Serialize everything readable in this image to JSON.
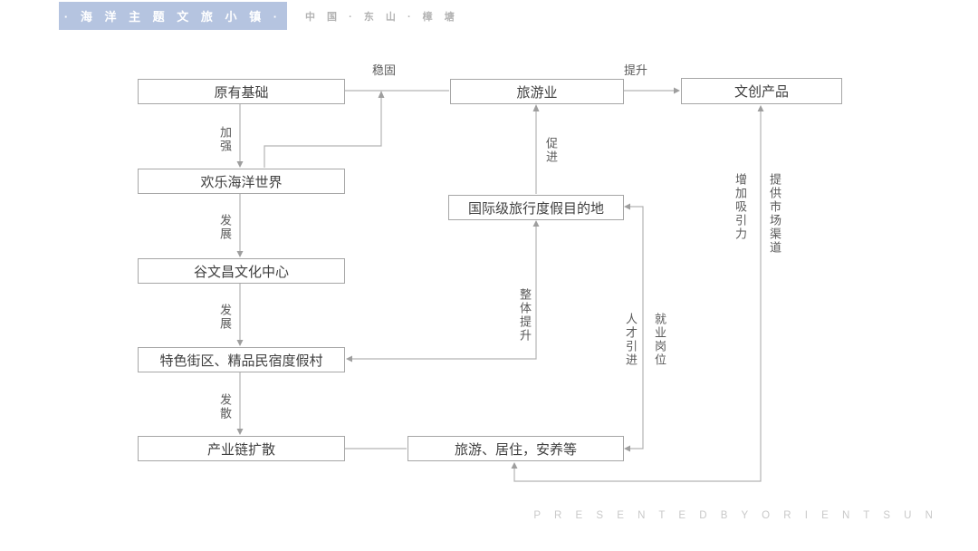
{
  "header": {
    "title": "·  海 洋 主 题 文 旅 小 镇  ·",
    "subtitle": "中 国 · 东 山 · 樟 塘"
  },
  "nodes": [
    {
      "label": "原有基础"
    },
    {
      "label": "旅游业"
    },
    {
      "label": "文创产品"
    },
    {
      "label": "欢乐海洋世界"
    },
    {
      "label": "国际级旅行度假目的地"
    },
    {
      "label": "谷文昌文化中心"
    },
    {
      "label": "特色街区、精品民宿度假村"
    },
    {
      "label": "产业链扩散"
    },
    {
      "label": "旅游、居住，安养等"
    }
  ],
  "edge_labels": {
    "stabilize": "稳固",
    "enhance": "提升",
    "strengthen": "加强",
    "promote": "促进",
    "develop_1": "发展",
    "develop_2": "发展",
    "diverge": "发散",
    "overall_improvement": "整体提升",
    "talent_introduction": "人才引进",
    "employment_positions": "就业岗位",
    "increase_attractiveness": "增加吸引力",
    "provide_market_channels": "提供市场渠道"
  },
  "footer": {
    "credit": "P R E S E N T E D   B Y   O R I E N T S U N"
  },
  "colors": {
    "header_band": "#b5c4e0",
    "box_border": "#a6a6a6",
    "box_text": "#3f3f3f",
    "wire": "#b3b3b3",
    "edge_label": "#595959",
    "footer_text": "#c9c9c9"
  }
}
